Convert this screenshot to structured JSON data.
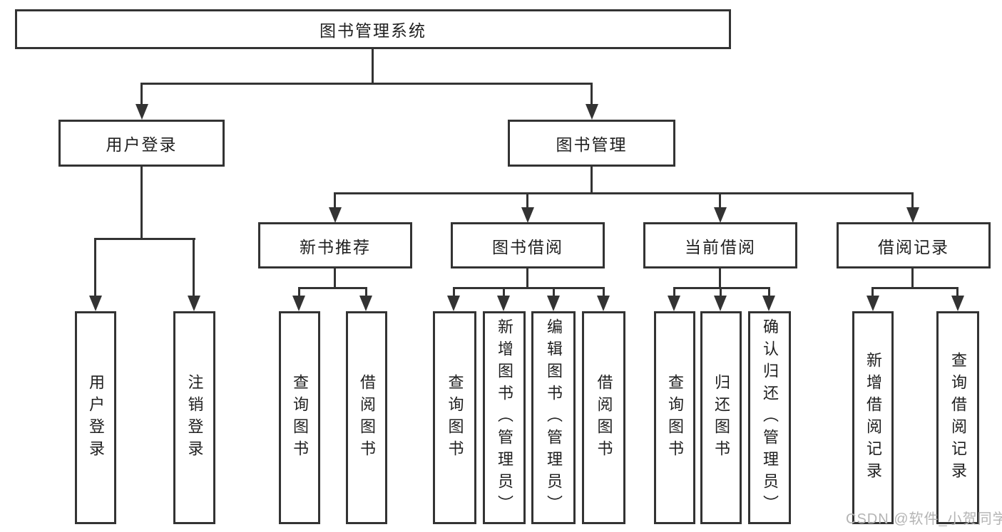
{
  "diagram": {
    "root_label": "图书管理系统",
    "level1": [
      {
        "label": "用户登录",
        "children": [
          "用户登录",
          "注销登录"
        ]
      },
      {
        "label": "图书管理"
      }
    ],
    "level2": [
      {
        "label": "新书推荐",
        "children": [
          "查询图书",
          "借阅图书"
        ]
      },
      {
        "label": "图书借阅",
        "children": [
          "查询图书",
          "新增图书（管理员）",
          "编辑图书（管理员）",
          "借阅图书"
        ]
      },
      {
        "label": "当前借阅",
        "children": [
          "查询图书",
          "归还图书",
          "确认归还（管理员）"
        ]
      },
      {
        "label": "借阅记录",
        "children": [
          "新增借阅记录",
          "查询借阅记录"
        ]
      }
    ],
    "watermark": "CSDN @软件_小贺同学"
  },
  "colors": {
    "line": "#333333",
    "text": "#1f1f1f",
    "box_background": "#ffffff",
    "watermark": "#b4b4b4"
  }
}
